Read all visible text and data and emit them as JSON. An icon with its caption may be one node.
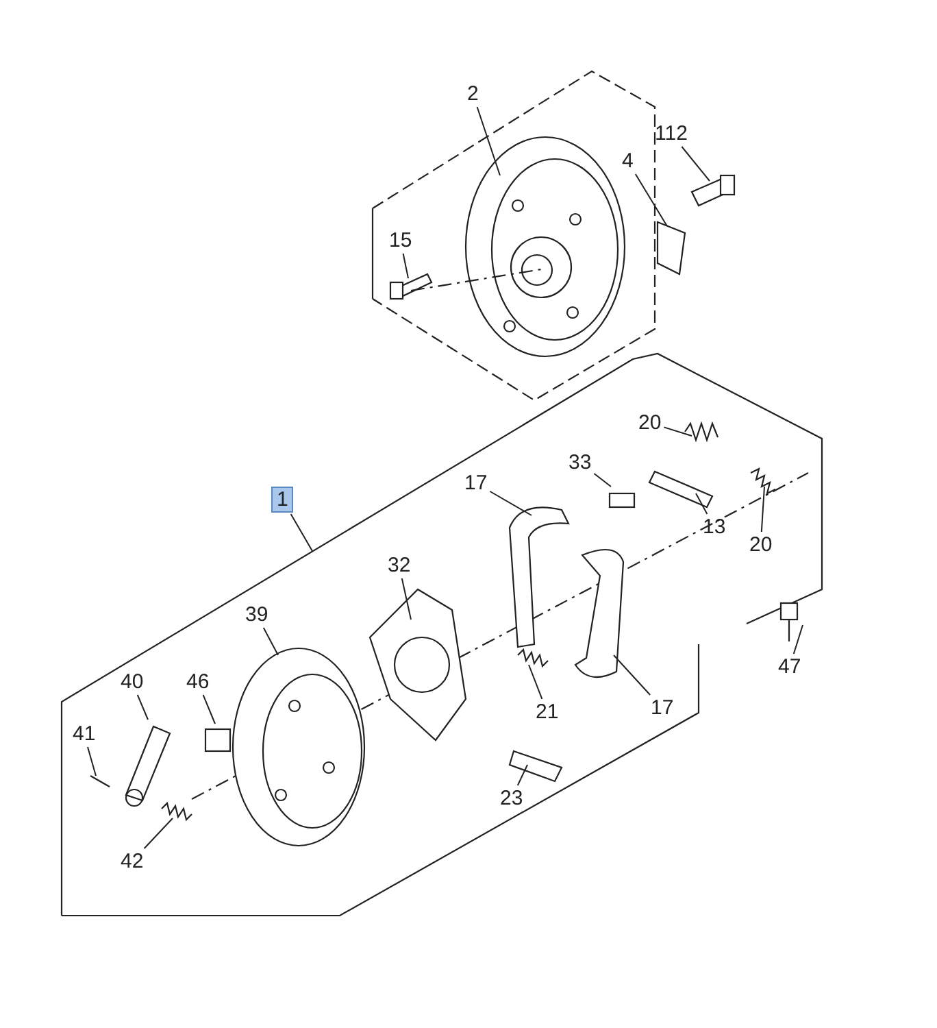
{
  "diagram": {
    "nodes": [
      {
        "text": [
          "2"
        ]
      },
      {
        "text": [
          "112"
        ]
      },
      {
        "text": [
          "4"
        ]
      },
      {
        "text": [
          "15"
        ]
      },
      {
        "text": [
          "20"
        ]
      },
      {
        "text": [
          "33"
        ]
      },
      {
        "text": [
          "1"
        ]
      },
      {
        "text": [
          "17"
        ]
      },
      {
        "text": [
          "32"
        ]
      },
      {
        "text": [
          "13"
        ]
      },
      {
        "text": [
          "20"
        ]
      },
      {
        "text": [
          "39"
        ]
      },
      {
        "text": [
          "40"
        ]
      },
      {
        "text": [
          "46"
        ]
      },
      {
        "text": [
          "21"
        ]
      },
      {
        "text": [
          "17"
        ]
      },
      {
        "text": [
          "47"
        ]
      },
      {
        "text": [
          "41"
        ]
      },
      {
        "text": [
          "23"
        ]
      },
      {
        "text": [
          "42"
        ]
      }
    ],
    "edges": [
      {
        "from": 0,
        "to": null,
        "arrow": "none"
      },
      {
        "from": 1,
        "to": null,
        "arrow": "none"
      },
      {
        "from": 2,
        "to": null,
        "arrow": "none"
      },
      {
        "from": 3,
        "to": null,
        "arrow": "none"
      },
      {
        "from": 4,
        "to": null,
        "arrow": "none"
      },
      {
        "from": 5,
        "to": null,
        "arrow": "none"
      },
      {
        "from": 6,
        "to": null,
        "arrow": "none"
      },
      {
        "from": 7,
        "to": null,
        "arrow": "none"
      },
      {
        "from": 8,
        "to": null,
        "arrow": "none"
      },
      {
        "from": 9,
        "to": null,
        "arrow": "none"
      },
      {
        "from": 10,
        "to": null,
        "arrow": "none"
      },
      {
        "from": 11,
        "to": null,
        "arrow": "none"
      },
      {
        "from": 12,
        "to": null,
        "arrow": "none"
      },
      {
        "from": 13,
        "to": null,
        "arrow": "none"
      },
      {
        "from": 14,
        "to": null,
        "arrow": "none"
      },
      {
        "from": 15,
        "to": null,
        "arrow": "none"
      },
      {
        "from": 16,
        "to": null,
        "arrow": "none"
      },
      {
        "from": 17,
        "to": null,
        "arrow": "none"
      },
      {
        "from": 18,
        "to": null,
        "arrow": "none"
      },
      {
        "from": 19,
        "to": null,
        "arrow": "none"
      }
    ]
  }
}
